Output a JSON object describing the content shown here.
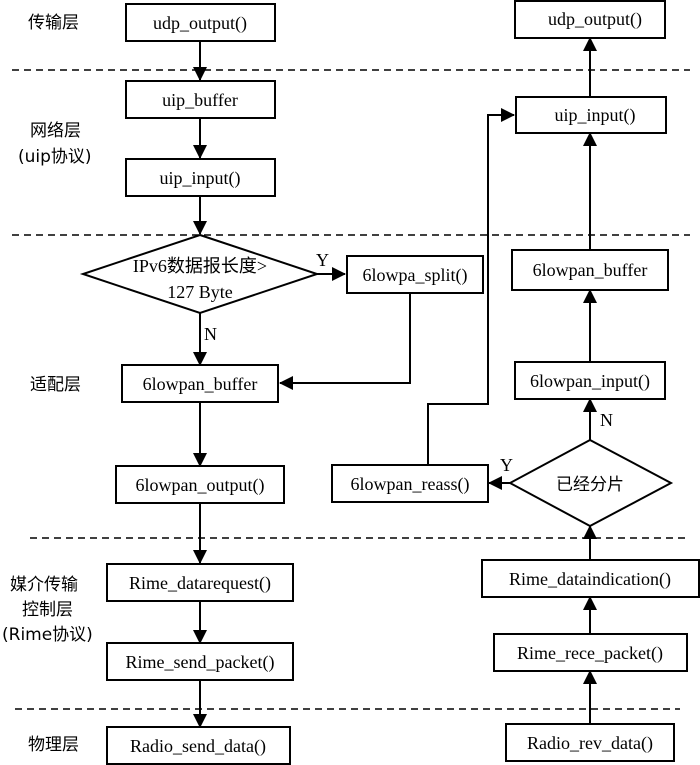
{
  "layers": [
    {
      "id": "transport",
      "lines": [
        "传输层"
      ]
    },
    {
      "id": "network",
      "lines": [
        "网络层",
        "(uip协议)"
      ]
    },
    {
      "id": "adaptation",
      "lines": [
        "适配层"
      ]
    },
    {
      "id": "mac",
      "lines": [
        "媒介传输",
        "控制层",
        "(Rime协议)"
      ]
    },
    {
      "id": "physical",
      "lines": [
        "物理层"
      ]
    }
  ],
  "send_path": {
    "udp_output": "udp_output()",
    "uip_buffer": "uip_buffer",
    "uip_input": "uip_input()",
    "decision": {
      "line1": "IPv6数据报长度>",
      "line2": "127 Byte",
      "yes": "Y",
      "no": "N"
    },
    "split": "6lowpa_split()",
    "lowpan_buffer": "6lowpan_buffer",
    "lowpan_output": "6lowpan_output()",
    "rime_datarequest": "Rime_datarequest()",
    "rime_send_packet": "Rime_send_packet()",
    "radio_send_data": "Radio_send_data()"
  },
  "receive_path": {
    "udp_output": "udp_output()",
    "uip_input": "uip_input()",
    "lowpan_buffer": "6lowpan_buffer",
    "lowpan_input": "6lowpan_input()",
    "decision": {
      "label": "已经分片",
      "yes": "Y",
      "no": "N"
    },
    "reass": "6lowpan_reass()",
    "rime_dataindication": "Rime_dataindication()",
    "rime_rece_packet": "Rime_rece_packet()",
    "radio_rev_data": "Radio_rev_data()"
  }
}
